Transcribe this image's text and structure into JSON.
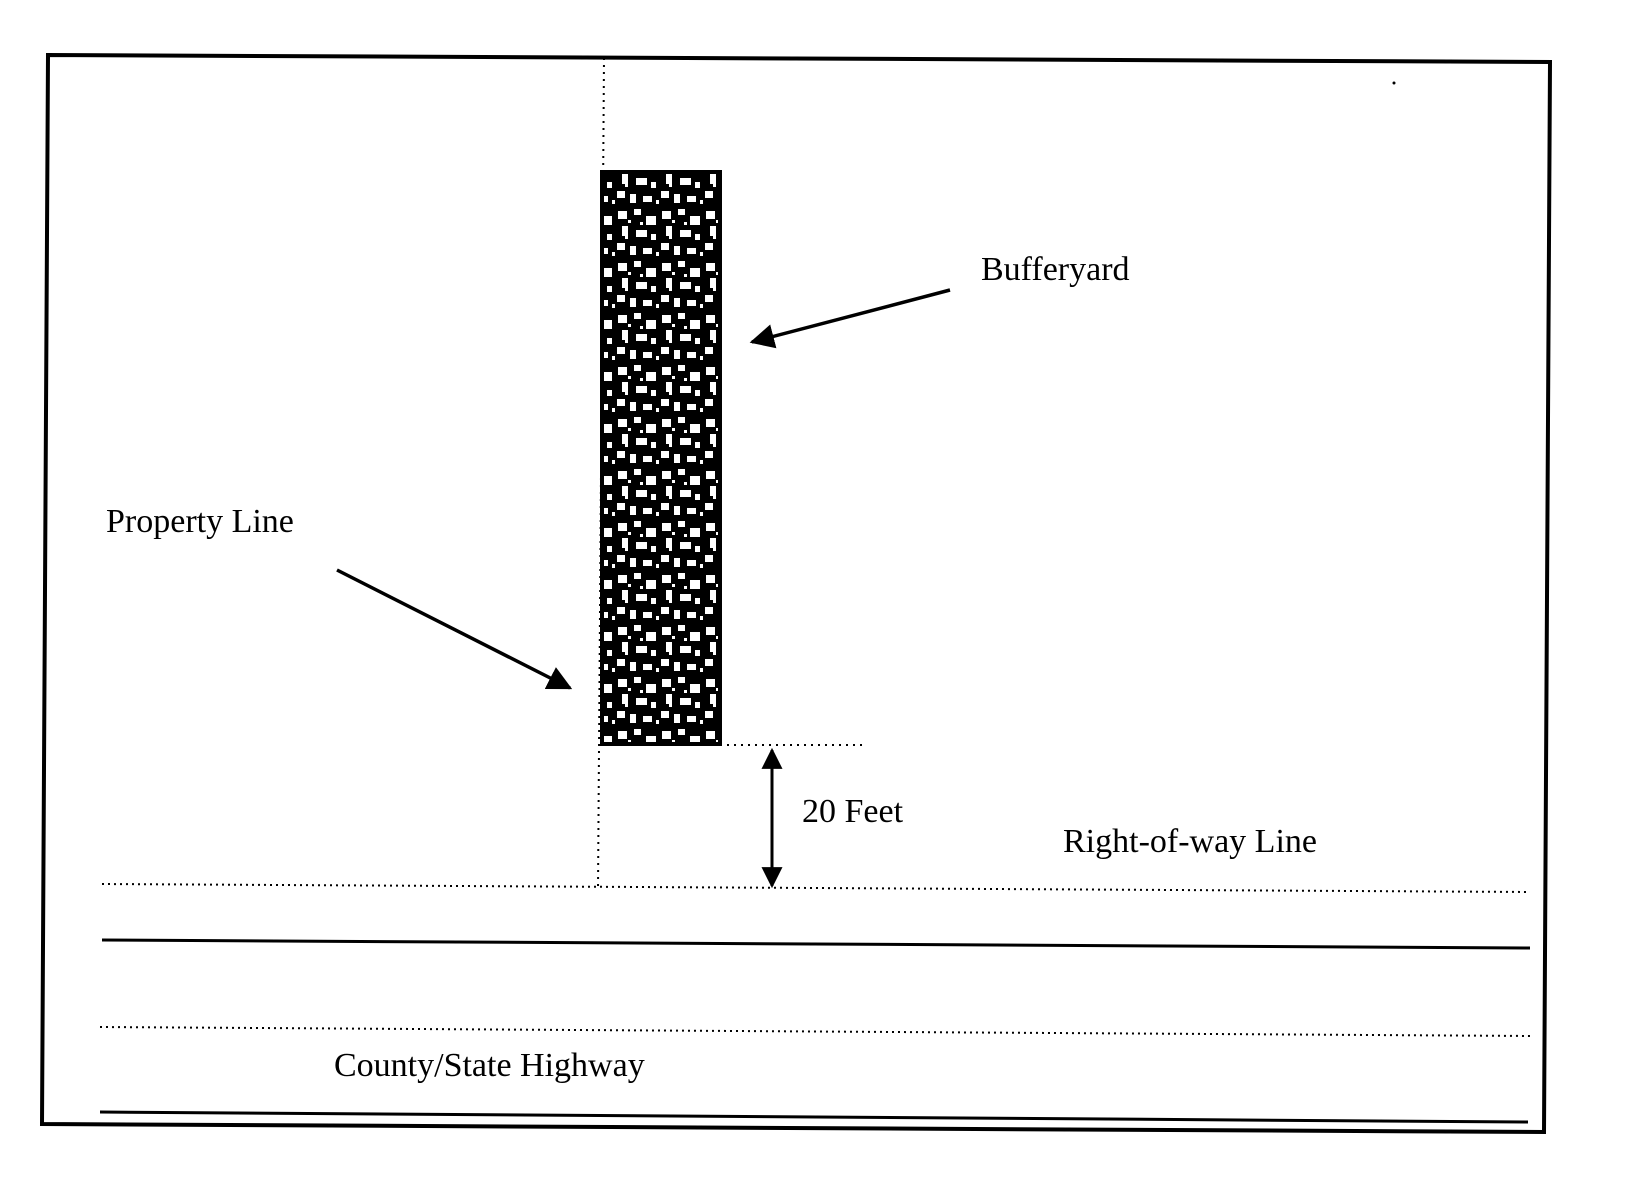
{
  "diagram": {
    "title": "Bufferyard setback diagram",
    "labels": {
      "bufferyard": "Bufferyard",
      "property_line": "Property Line",
      "distance": "20 Feet",
      "right_of_way": "Right-of-way Line",
      "highway": "County/State Highway"
    },
    "dimension": {
      "value": 20,
      "unit": "Feet"
    },
    "colors": {
      "ink": "#000000",
      "paper": "#ffffff"
    }
  }
}
